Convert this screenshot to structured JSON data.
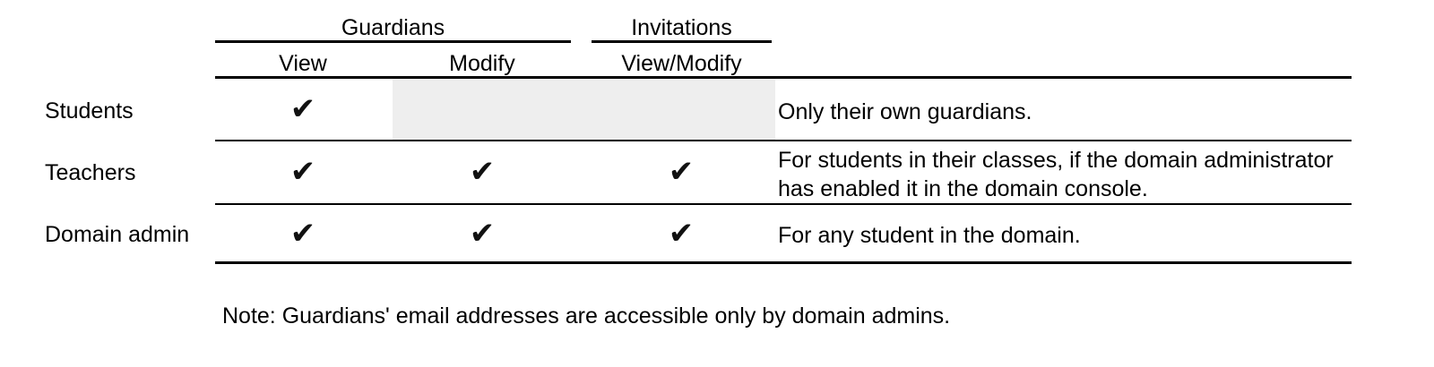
{
  "table": {
    "column_groups": [
      {
        "label": "Guardians"
      },
      {
        "label": "Invitations"
      }
    ],
    "columns": [
      {
        "label": "View"
      },
      {
        "label": "Modify"
      },
      {
        "label": "View/Modify"
      }
    ],
    "check_glyph": "✔",
    "rows": [
      {
        "label": "Students",
        "guardians_view": "✔",
        "guardians_modify": "",
        "invitations_view_modify": "",
        "note_lines": [
          "Only their own guardians."
        ]
      },
      {
        "label": "Teachers",
        "guardians_view": "✔",
        "guardians_modify": "✔",
        "invitations_view_modify": "✔",
        "note_lines": [
          "For students in their classes, if the domain administrator",
          "has enabled it in the domain console."
        ]
      },
      {
        "label": "Domain admin",
        "guardians_view": "✔",
        "guardians_modify": "✔",
        "invitations_view_modify": "✔",
        "note_lines": [
          "For any student in the domain."
        ]
      }
    ]
  },
  "footer": {
    "note": "Note: Guardians' email addresses are accessible only by domain admins."
  },
  "colors": {
    "rule": "#000000",
    "disabled_cell": "#eeeeee",
    "text": "#000000"
  }
}
